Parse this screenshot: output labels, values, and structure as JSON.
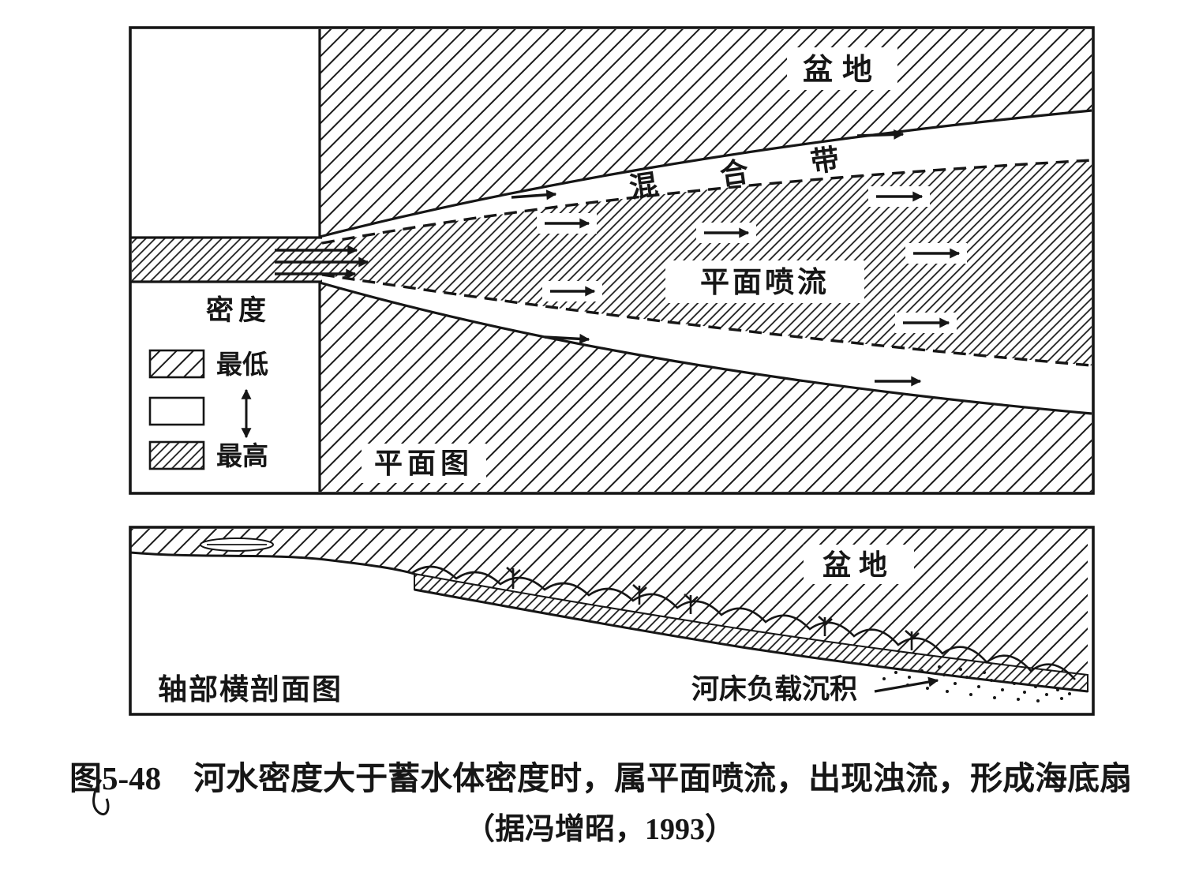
{
  "colors": {
    "ink": "#161616",
    "paper": "#ffffff"
  },
  "plan_view": {
    "basin_label": "盆地",
    "mixing_zone_label": "混合带",
    "jet_label": "平面喷流",
    "view_label": "平面图",
    "legend": {
      "title": "密度",
      "lowest_label": "最低",
      "highest_label": "最高"
    }
  },
  "cross_section": {
    "basin_label": "盆地",
    "view_label": "轴部横剖面图",
    "bedload_label": "河床负载沉积"
  },
  "caption": {
    "line1": "图5-48　河水密度大于蓄水体密度时，属平面喷流，出现浊流，形成海底扇",
    "line2": "（据冯增昭，1993）"
  },
  "icons": {
    "flow_arrow": "→",
    "density_range_arrow": "↕"
  }
}
